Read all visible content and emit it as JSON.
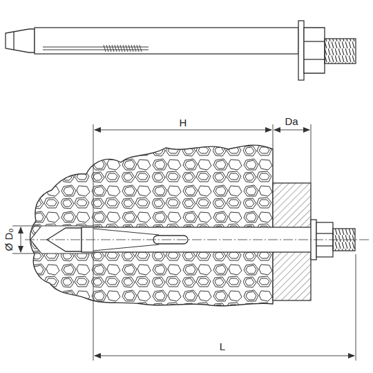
{
  "diagram": {
    "labels": [
      "H",
      "Da",
      "Ø D₀",
      "L"
    ]
  }
}
